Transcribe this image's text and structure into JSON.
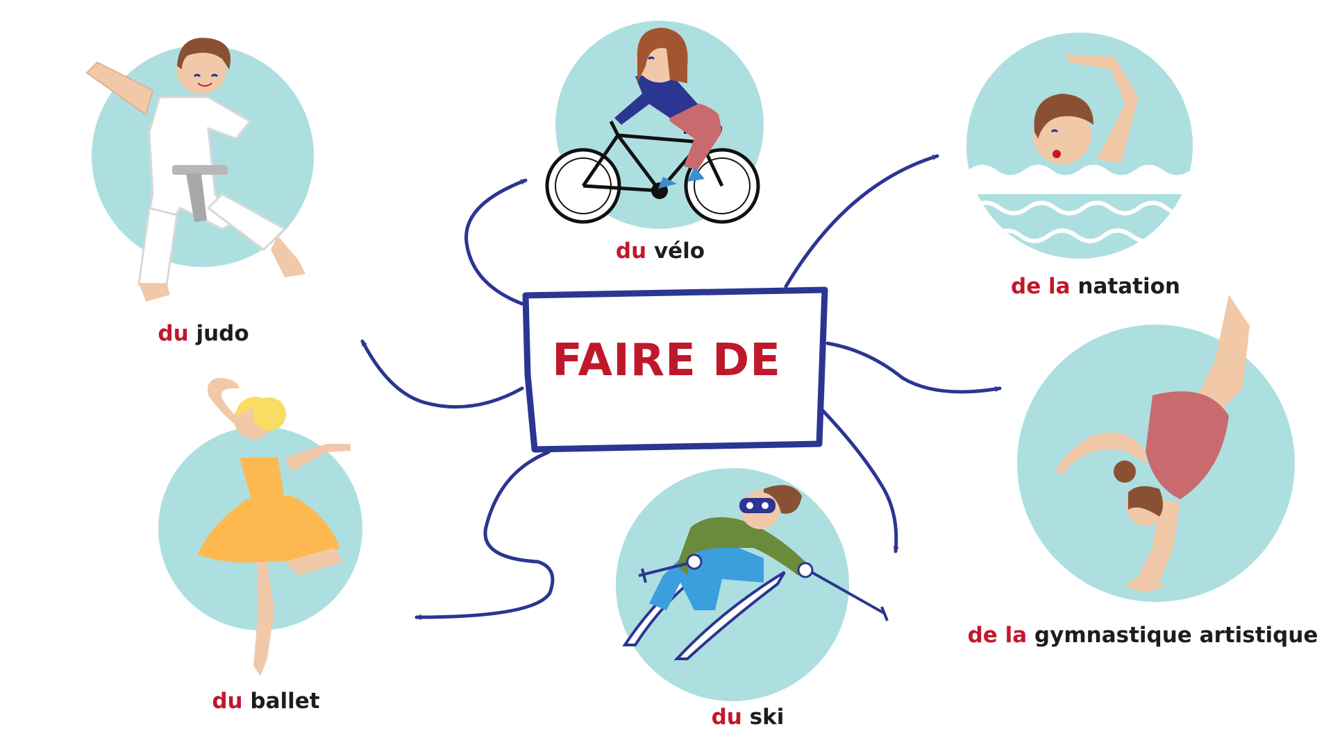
{
  "title": "FAIRE DE",
  "colors": {
    "article": "#c0182b",
    "noun": "#1d1d1d",
    "arrow": "#2b3592",
    "circle": "#addfe0"
  },
  "activities": [
    {
      "article": "du",
      "noun": "judo",
      "icon": "judo-icon"
    },
    {
      "article": "du",
      "noun": "vélo",
      "icon": "bicycle-icon"
    },
    {
      "article": "de la",
      "noun": "natation",
      "icon": "swimmer-icon"
    },
    {
      "article": "du",
      "noun": "ballet",
      "icon": "ballerina-icon"
    },
    {
      "article": "du",
      "noun": "ski",
      "icon": "skier-icon"
    },
    {
      "article": "de la",
      "noun": "gymnastique artistique",
      "icon": "gymnast-icon"
    }
  ]
}
